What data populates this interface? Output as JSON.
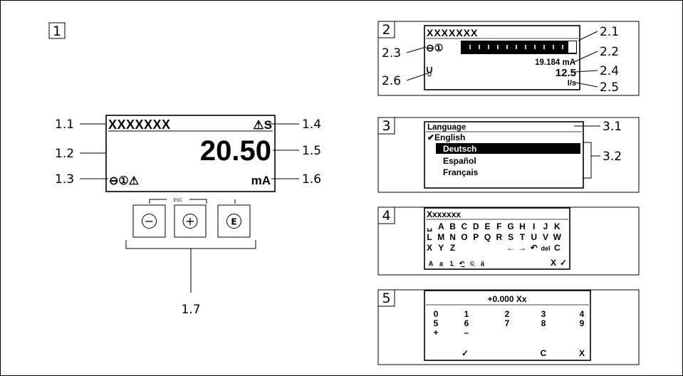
{
  "panel1": {
    "number": "1",
    "display": {
      "tag": "XXXXXXX",
      "status_symbol": "⚠S",
      "value": "20.50",
      "unit": "mA",
      "icons": "⊖①⚠"
    },
    "keys": {
      "minus": "−",
      "plus": "+",
      "enter": "E",
      "esc": "ESC"
    },
    "callouts": [
      "1.1",
      "1.2",
      "1.3",
      "1.4",
      "1.5",
      "1.6",
      "1.7"
    ]
  },
  "panel2": {
    "number": "2",
    "display": {
      "tag": "XXXXXXX",
      "channel_icons": "⊖①",
      "current": "19.184 mA",
      "value": "12.5",
      "unit": "l/s"
    },
    "callouts": [
      "2.1",
      "2.2",
      "2.3",
      "2.4",
      "2.5",
      "2.6"
    ]
  },
  "panel3": {
    "number": "3",
    "header": "Language",
    "items": [
      "✔English",
      "Deutsch",
      "Español",
      "Français"
    ],
    "selected_index": 1,
    "callouts": [
      "3.1",
      "3.2"
    ]
  },
  "panel4": {
    "number": "4",
    "header": "Xxxxxxx",
    "rows": [
      [
        "␣",
        "A",
        "B",
        "C",
        "D",
        "E",
        "F",
        "G",
        "H",
        "I",
        "J",
        "K"
      ],
      [
        "L",
        "M",
        "N",
        "O",
        "P",
        "Q",
        "R",
        "S",
        "T",
        "U",
        "V",
        "W"
      ],
      [
        "X",
        "Y",
        "Z",
        "",
        "",
        "",
        "",
        "←",
        "→",
        "",
        "↶",
        "del",
        "C"
      ]
    ],
    "mode_row": [
      "A̲",
      "a̲",
      "1̲",
      "↶̲",
      "©̲",
      "ä̲"
    ],
    "cancel": "X",
    "confirm": "✓"
  },
  "panel5": {
    "number": "5",
    "header": "+0.000 Xx",
    "grid": [
      [
        "0",
        "1",
        "2",
        "3",
        "4"
      ],
      [
        "5",
        "6",
        "7",
        "8",
        "9"
      ],
      [
        "+",
        "–",
        "",
        "",
        ""
      ]
    ],
    "bottom": [
      "✓",
      "C",
      "X"
    ]
  }
}
